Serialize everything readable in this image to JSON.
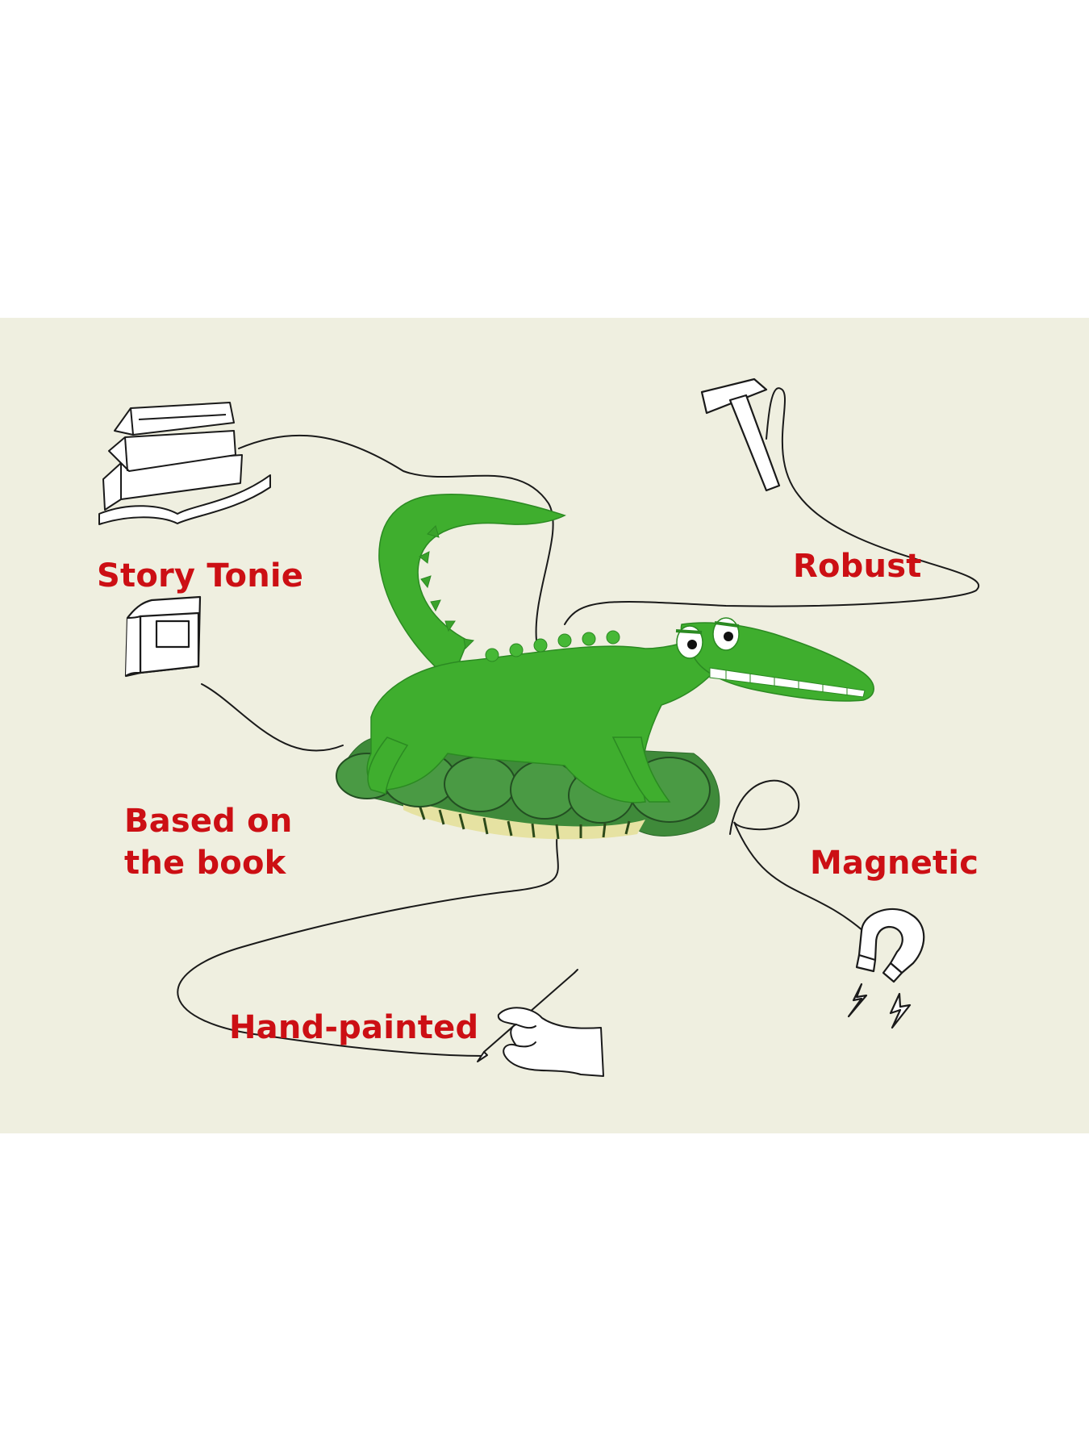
{
  "colors": {
    "background": "#ffffff",
    "panel": "#efefe0",
    "label": "#cc0f14",
    "line": "#1a1a1a",
    "croc_green": "#3fae2e",
    "croc_dark": "#2b8a22",
    "leaf_green": "#3f8a3a",
    "sand": "#e6e2a2"
  },
  "features": {
    "story_tonie": "Story Tonie",
    "robust": "Robust",
    "based_on_line1": "Based on",
    "based_on_line2": "the book",
    "magnetic": "Magnetic",
    "hand_painted": "Hand-painted"
  },
  "icons": {
    "books": "stacked-books-icon",
    "hammer": "hammer-icon",
    "book": "closed-book-icon",
    "magnet": "horseshoe-magnet-icon",
    "hand": "hand-with-brush-icon"
  },
  "figure": {
    "subject": "crocodile figurine"
  }
}
